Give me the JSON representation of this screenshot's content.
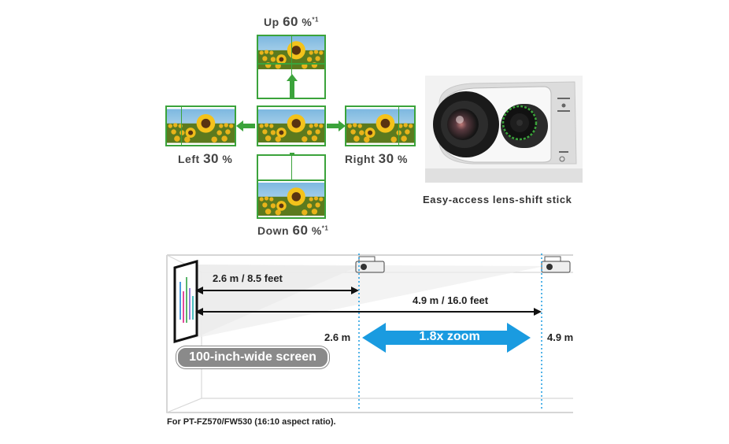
{
  "shift": {
    "up": {
      "word": "Up",
      "value": "60",
      "unit": "%",
      "note": "*1"
    },
    "down": {
      "word": "Down",
      "value": "60",
      "unit": "%",
      "note": "*1"
    },
    "left": {
      "word": "Left",
      "value": "30",
      "unit": "%"
    },
    "right": {
      "word": "Right",
      "value": "30",
      "unit": "%"
    }
  },
  "lens": {
    "caption": "Easy-access lens-shift stick"
  },
  "throw": {
    "short_distance": "2.6 m / 8.5 feet",
    "long_distance": "4.9 m / 16.0 feet",
    "near_mark": "2.6 m",
    "far_mark": "4.9 m",
    "zoom": "1.8x zoom",
    "screen": "100-inch-wide screen"
  },
  "footnote": "For PT-FZ570/FW530 (16:10 aspect ratio).",
  "colors": {
    "green": "#3ba33b",
    "zoom_blue": "#1a9be0",
    "screen_badge": "#8a8a8a"
  }
}
